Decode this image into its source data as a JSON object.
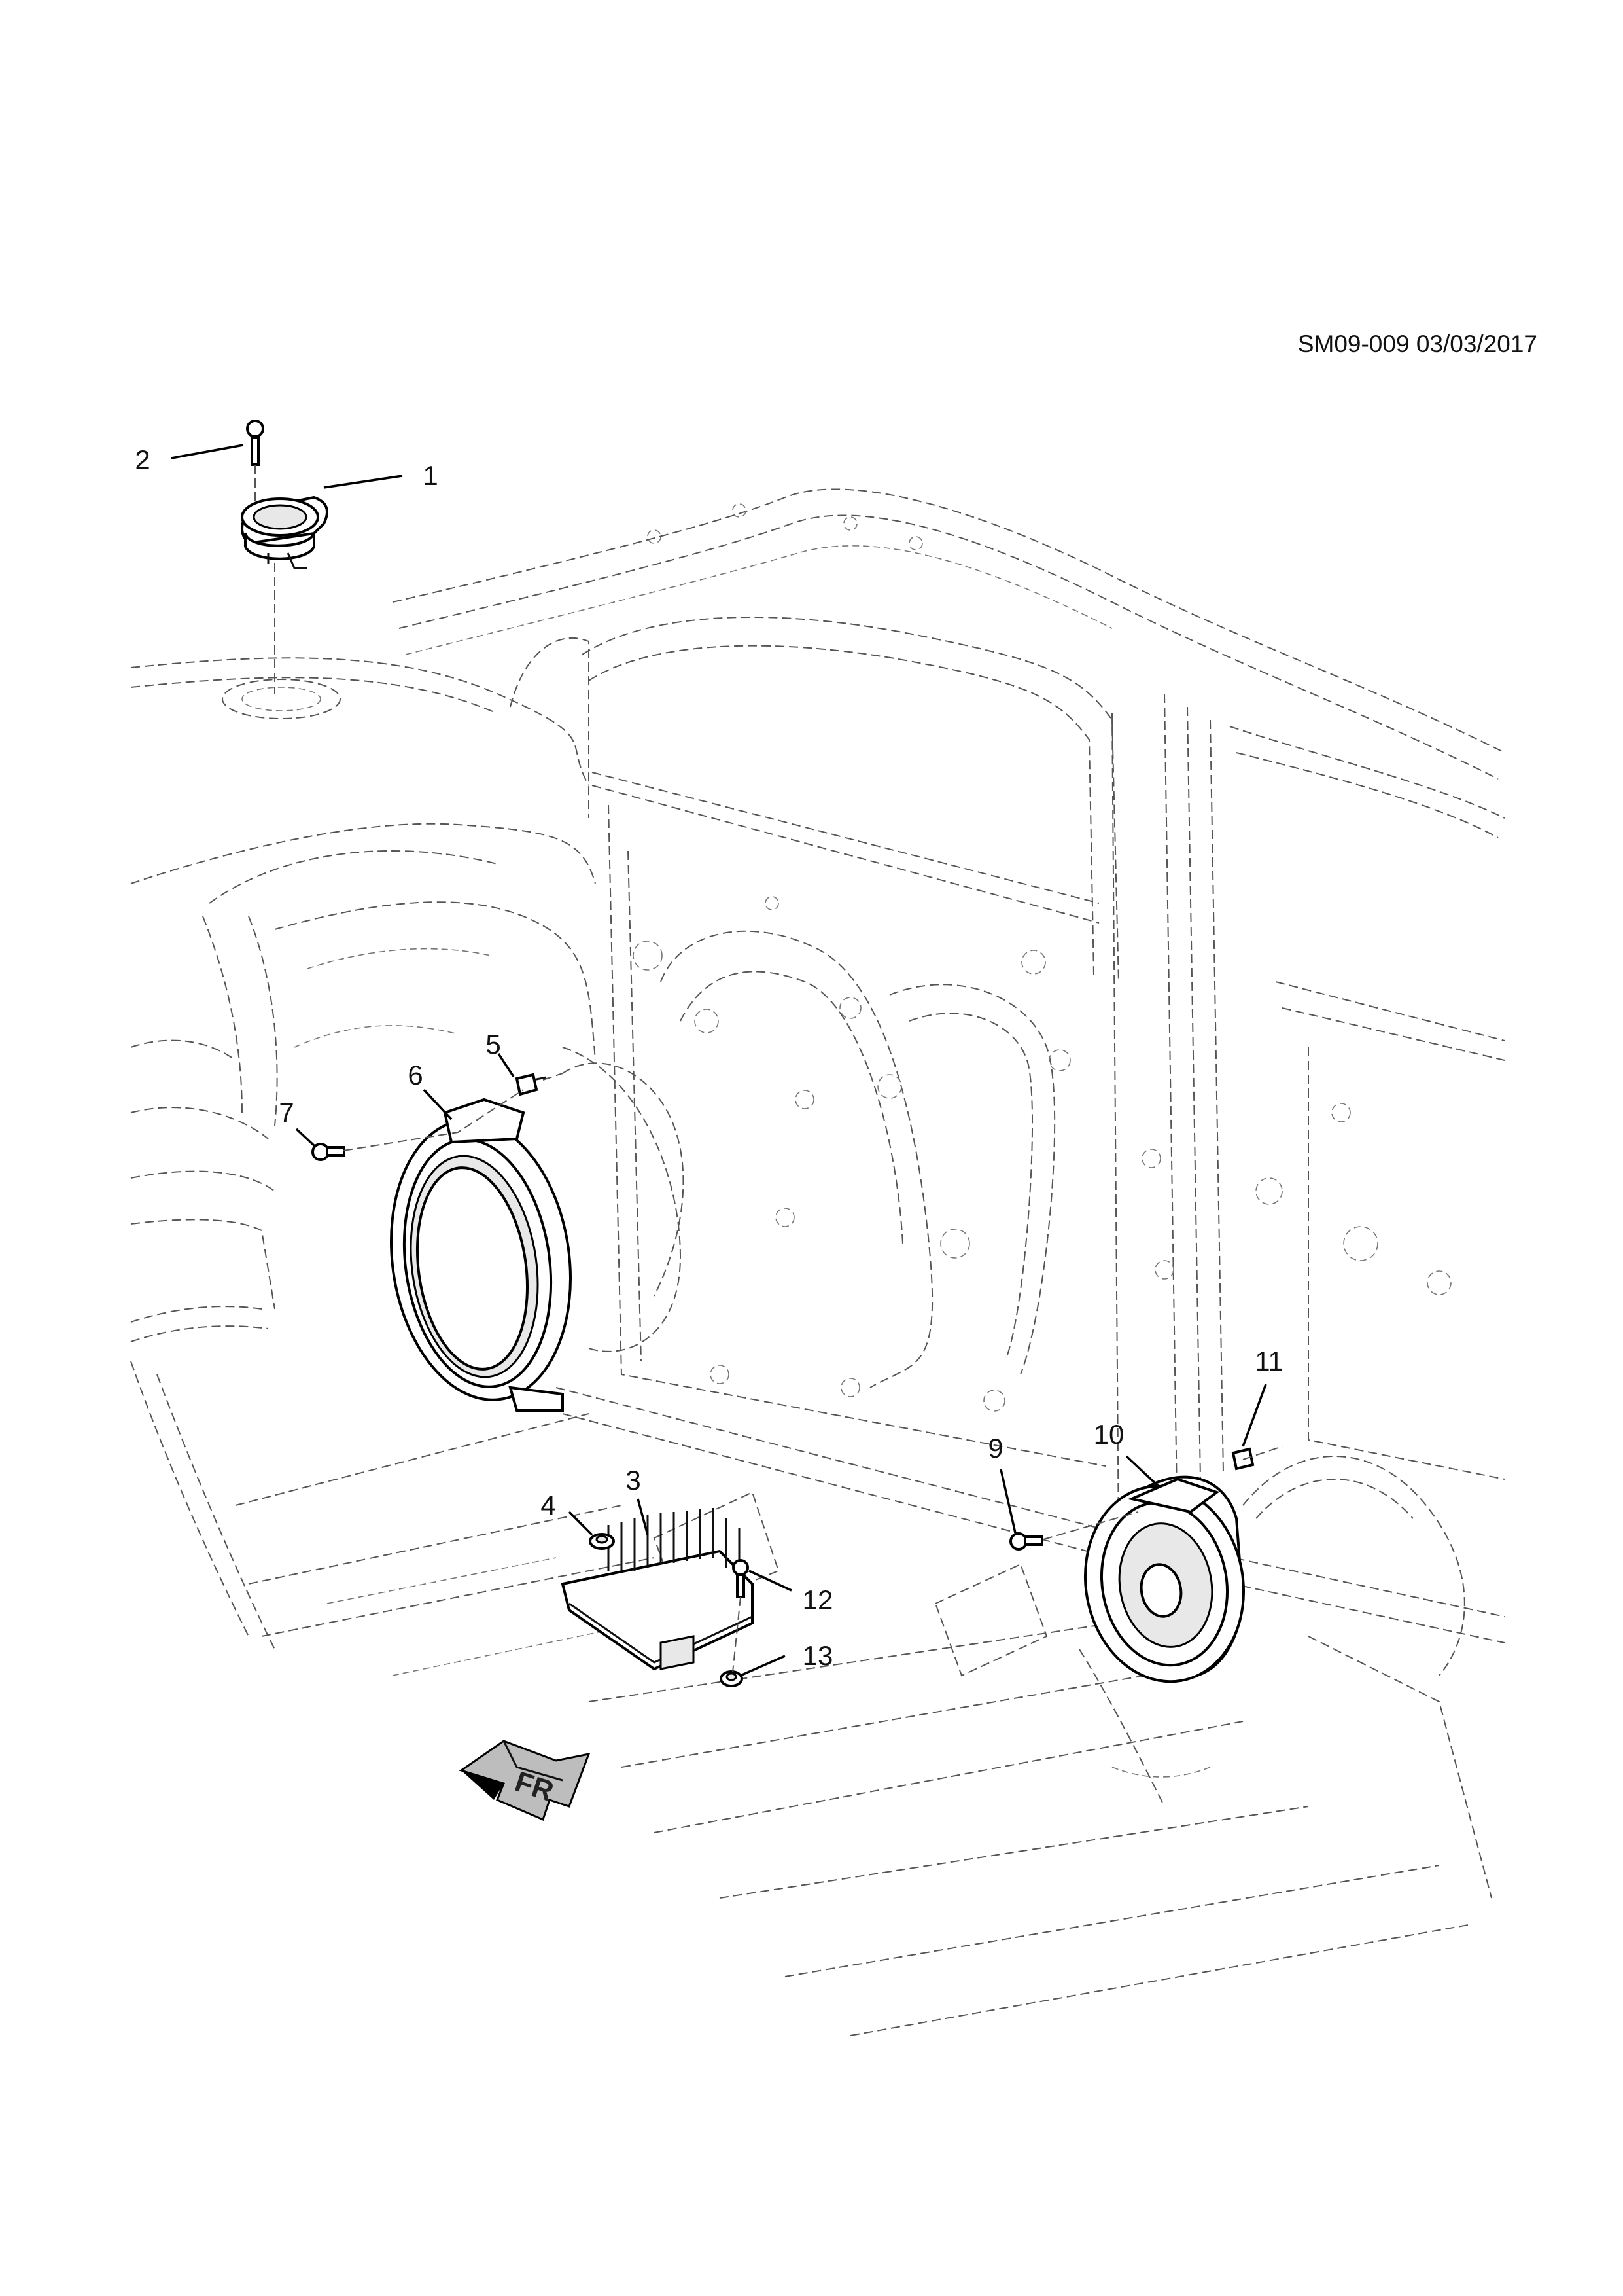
{
  "diagram": {
    "reference": "SM09-009 03/03/2017",
    "direction_label": "FR",
    "callouts": [
      {
        "id": "1",
        "label": "1"
      },
      {
        "id": "2",
        "label": "2"
      },
      {
        "id": "3",
        "label": "3"
      },
      {
        "id": "4",
        "label": "4"
      },
      {
        "id": "5",
        "label": "5"
      },
      {
        "id": "6",
        "label": "6"
      },
      {
        "id": "7",
        "label": "7"
      },
      {
        "id": "9",
        "label": "9"
      },
      {
        "id": "10",
        "label": "10"
      },
      {
        "id": "11",
        "label": "11"
      },
      {
        "id": "12",
        "label": "12"
      },
      {
        "id": "13",
        "label": "13"
      }
    ],
    "line_color": "#111111",
    "ghost_color": "#555555"
  }
}
